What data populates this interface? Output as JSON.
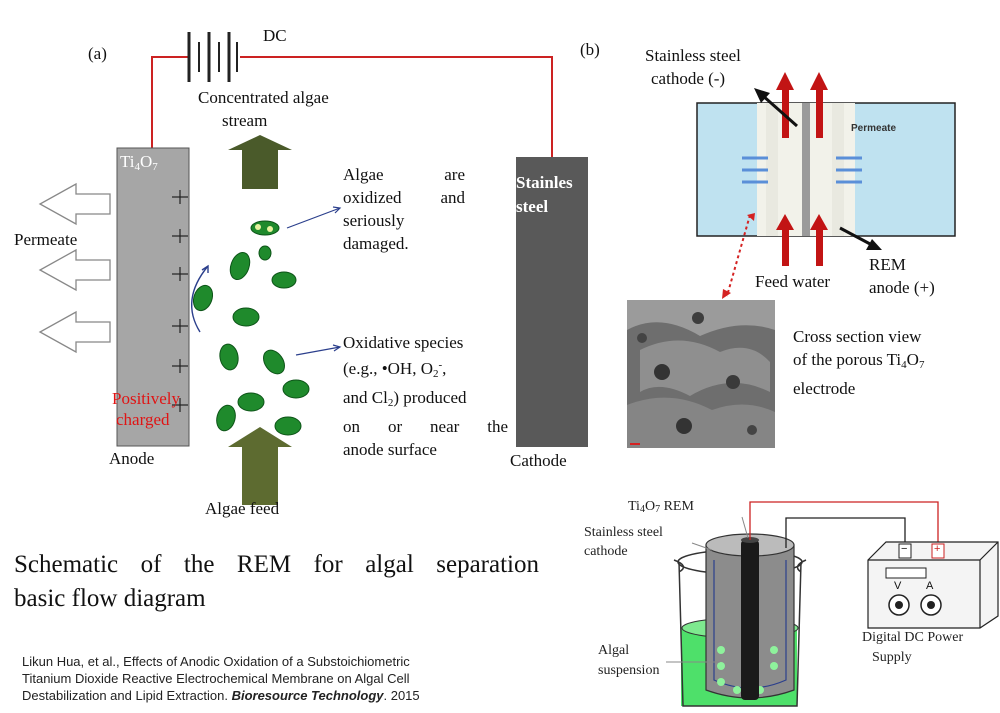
{
  "colors": {
    "wire": "#cc2222",
    "anode_fill": "#a6a6a6",
    "cathode_fill": "#595959",
    "arrow_dark": "#4a5a2a",
    "algae": "#1f8a2c",
    "red_text": "#e01414",
    "navy_arrow": "#2b3f8c",
    "beaker_liquid": "#4ee06a",
    "red_arrow_b": "#c21414",
    "blue_panel": "#bfe2f0"
  },
  "panel_a": {
    "label": "(a)",
    "dc_label": "DC",
    "stream_label_line1": "Concentrated  algae",
    "stream_label_line2": "stream",
    "anode_material": "Ti",
    "anode_material_sub1": "4",
    "anode_material_mid": "O",
    "anode_material_sub2": "7",
    "cathode_text_line1": "Stainles",
    "cathode_text_line2": "steel",
    "permeate_label": "Permeate",
    "positively_line1": "Positively",
    "positively_line2": "charged",
    "anode_label": "Anode",
    "cathode_label": "Cathode",
    "feed_label": "Algae feed",
    "note1": [
      "Algae are",
      "oxidized and",
      "seriously",
      "damaged."
    ],
    "note2_line1": "Oxidative species",
    "note2_line2_pre": "(e.g.,  •OH,  O",
    "note2_line2_sub": "2",
    "note2_line2_sup": "-",
    "note2_line2_post": ",",
    "note2_line3_pre": "and Cl",
    "note2_line3_sub": "2",
    "note2_line3_post": ") produced",
    "note2_line4": "on or near the",
    "note2_line5": "anode surface"
  },
  "panel_b": {
    "label": "(b)",
    "cathode_callout_line1": "Stainless steel",
    "cathode_callout_line2": "cathode (-)",
    "permeate": "Permeate",
    "feed_water": "Feed water",
    "rem_line1": "REM",
    "rem_line2": "anode (+)",
    "cross_line1": "Cross section view",
    "cross_line2_pre": "of the porous Ti",
    "cross_line2_sub1": "4",
    "cross_line2_mid": "O",
    "cross_line2_sub2": "7",
    "cross_line3": "electrode"
  },
  "apparatus": {
    "rem_pre": "Ti",
    "rem_sub1": "4",
    "rem_mid": "O",
    "rem_sub2": "7",
    "rem_post": " REM",
    "cathode_line1": "Stainless steel",
    "cathode_line2": "cathode",
    "suspension_line1": "Algal",
    "suspension_line2": "suspension",
    "power_line1": "Digital DC Power",
    "power_line2": "Supply",
    "minus": "−",
    "plus": "+",
    "v": "V",
    "a": "A"
  },
  "caption": {
    "line1": "Schematic of the REM for algal separation",
    "line2": "basic flow diagram"
  },
  "citation": {
    "line1": "Likun Hua, et al., Effects of Anodic Oxidation of a Substoichiometric",
    "line2": "Titanium Dioxide Reactive Electrochemical Membrane on Algal Cell",
    "line3_pre": "Destabilization and Lipid Extraction. ",
    "journal": "Bioresource Technology",
    "line3_post": ". 2015"
  }
}
